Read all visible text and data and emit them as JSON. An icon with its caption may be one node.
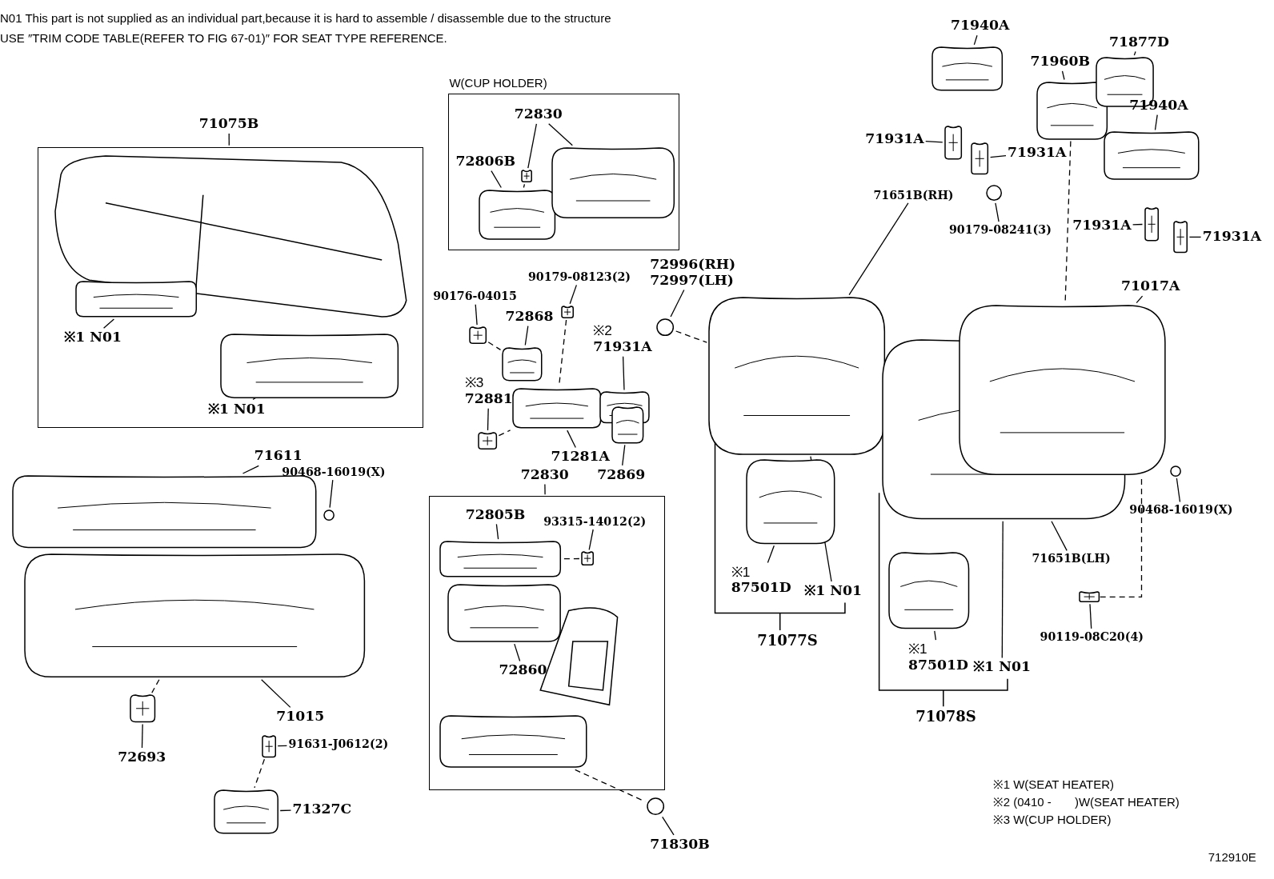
{
  "diagram": {
    "nodes": [
      {
        "text": [],
        "shape": "box"
      },
      {
        "text": [
          "71075B"
        ]
      },
      {
        "text": [],
        "shape": "picture",
        "in": 0
      },
      {
        "text": [
          "※1 N01"
        ],
        "in": 0
      },
      {
        "text": [],
        "shape": "picture",
        "in": 0
      },
      {
        "text": [
          "※1 N01"
        ],
        "in": 0
      },
      {
        "text": [
          "71611"
        ]
      },
      {
        "text": [],
        "shape": "picture"
      },
      {
        "text": [
          "90468-16019(X)"
        ]
      },
      {
        "text": [],
        "shape": "circle"
      },
      {
        "text": [
          "71015"
        ]
      },
      {
        "text": [],
        "shape": "picture"
      },
      {
        "text": [
          "72693"
        ]
      },
      {
        "text": [],
        "shape": "picture"
      },
      {
        "text": [
          "91631-J0612(2)"
        ]
      },
      {
        "text": [],
        "shape": "picture"
      },
      {
        "text": [
          "71327C"
        ]
      },
      {
        "text": [],
        "shape": "picture"
      },
      {
        "text": [
          "W(CUP HOLDER)"
        ]
      },
      {
        "text": [
          "72830"
        ],
        "in": 18
      },
      {
        "text": [
          "72806B"
        ],
        "in": 18
      },
      {
        "text": [],
        "shape": "picture",
        "in": 18
      },
      {
        "text": [],
        "shape": "picture",
        "in": 18
      },
      {
        "text": [],
        "shape": "picture",
        "in": 18
      },
      {
        "text": [
          "90176-04015"
        ]
      },
      {
        "text": [],
        "shape": "picture"
      },
      {
        "text": [
          "72868"
        ]
      },
      {
        "text": [],
        "shape": "picture"
      },
      {
        "text": [
          "90179-08123(2)"
        ]
      },
      {
        "text": [],
        "shape": "picture"
      },
      {
        "text": [],
        "shape": "picture"
      },
      {
        "text": [
          "71281A"
        ]
      },
      {
        "text": [
          "※2",
          "71931A"
        ]
      },
      {
        "text": [],
        "shape": "picture"
      },
      {
        "text": [
          "※3",
          "72881"
        ]
      },
      {
        "text": [],
        "shape": "picture"
      },
      {
        "text": [
          "72869"
        ]
      },
      {
        "text": [],
        "shape": "picture"
      },
      {
        "text": [],
        "shape": "box"
      },
      {
        "text": [
          "72830"
        ]
      },
      {
        "text": [
          "72805B"
        ],
        "in": 38
      },
      {
        "text": [],
        "shape": "picture",
        "in": 38
      },
      {
        "text": [
          "93315-14012(2)"
        ],
        "in": 38
      },
      {
        "text": [],
        "shape": "picture",
        "in": 38
      },
      {
        "text": [
          "72860"
        ],
        "in": 38
      },
      {
        "text": [],
        "shape": "picture",
        "in": 38
      },
      {
        "text": [],
        "shape": "picture",
        "in": 38
      },
      {
        "text": [
          "71830B"
        ]
      },
      {
        "text": [],
        "shape": "circle"
      },
      {
        "text": [
          "72996(RH)",
          "72997(LH)"
        ]
      },
      {
        "text": [],
        "shape": "circle"
      },
      {
        "text": [
          "71651B(RH)"
        ]
      },
      {
        "text": [],
        "shape": "picture"
      },
      {
        "text": [
          "71651B(LH)"
        ]
      },
      {
        "text": [],
        "shape": "picture"
      },
      {
        "text": [
          "71017A"
        ]
      },
      {
        "text": [],
        "shape": "picture"
      },
      {
        "text": [
          "90468-16019(X)"
        ]
      },
      {
        "text": [],
        "shape": "circle"
      },
      {
        "text": [
          "90119-08C20(4)"
        ]
      },
      {
        "text": [],
        "shape": "picture"
      },
      {
        "text": [
          "71940A"
        ]
      },
      {
        "text": [],
        "shape": "picture"
      },
      {
        "text": [
          "71931A"
        ]
      },
      {
        "text": [],
        "shape": "picture"
      },
      {
        "text": [
          "71960B"
        ]
      },
      {
        "text": [],
        "shape": "picture"
      },
      {
        "text": [
          "71877D"
        ]
      },
      {
        "text": [],
        "shape": "picture"
      },
      {
        "text": [
          "71931A"
        ]
      },
      {
        "text": [],
        "shape": "picture"
      },
      {
        "text": [
          "71940A"
        ]
      },
      {
        "text": [],
        "shape": "picture"
      },
      {
        "text": [
          "90179-08241(3)"
        ]
      },
      {
        "text": [],
        "shape": "circle"
      },
      {
        "text": [
          "71931A"
        ]
      },
      {
        "text": [],
        "shape": "picture"
      },
      {
        "text": [
          "71931A"
        ]
      },
      {
        "text": [],
        "shape": "picture"
      },
      {
        "text": [
          "※1",
          "87501D"
        ]
      },
      {
        "text": [],
        "shape": "picture"
      },
      {
        "text": [
          "※1 N01"
        ]
      },
      {
        "text": [
          "※1",
          "87501D"
        ]
      },
      {
        "text": [],
        "shape": "picture"
      },
      {
        "text": [
          "※1 N01"
        ]
      }
    ],
    "edges": [
      {
        "from": 1,
        "to": 0,
        "arrow": "none"
      },
      {
        "from": 3,
        "to": 2,
        "arrow": "none"
      },
      {
        "from": 5,
        "to": 4,
        "arrow": "none"
      },
      {
        "from": 6,
        "to": 7,
        "arrow": "none"
      },
      {
        "from": 8,
        "to": 9,
        "arrow": "none"
      },
      {
        "from": 10,
        "to": 11,
        "arrow": "none"
      },
      {
        "from": 12,
        "to": 13,
        "arrow": "none"
      },
      {
        "from": 14,
        "to": 15,
        "arrow": "none"
      },
      {
        "from": 16,
        "to": 17,
        "arrow": "none"
      },
      {
        "from": 19,
        "to": 22,
        "arrow": "none"
      },
      {
        "from": 19,
        "to": 23,
        "arrow": "none"
      },
      {
        "from": 20,
        "to": 21,
        "arrow": "none"
      },
      {
        "from": 24,
        "to": 25,
        "arrow": "none"
      },
      {
        "from": 26,
        "to": 27,
        "arrow": "none"
      },
      {
        "from": 28,
        "to": 29,
        "arrow": "none"
      },
      {
        "from": 31,
        "to": 30,
        "arrow": "none"
      },
      {
        "from": 32,
        "to": 33,
        "arrow": "none"
      },
      {
        "from": 34,
        "to": 35,
        "arrow": "none"
      },
      {
        "from": 36,
        "to": 37,
        "arrow": "none"
      },
      {
        "from": 39,
        "to": 38,
        "arrow": "none"
      },
      {
        "from": 40,
        "to": 41,
        "arrow": "none"
      },
      {
        "from": 42,
        "to": 43,
        "arrow": "none"
      },
      {
        "from": 44,
        "to": 45,
        "arrow": "none"
      },
      {
        "from": 47,
        "to": 48,
        "arrow": "none"
      },
      {
        "from": 49,
        "to": 50,
        "arrow": "none"
      },
      {
        "from": 51,
        "to": 52,
        "arrow": "none"
      },
      {
        "from": 53,
        "to": 54,
        "arrow": "none"
      },
      {
        "from": 55,
        "to": 56,
        "arrow": "none"
      },
      {
        "from": 57,
        "to": 58,
        "arrow": "none"
      },
      {
        "from": 59,
        "to": 60,
        "arrow": "none"
      },
      {
        "from": 61,
        "to": 62,
        "arrow": "none"
      },
      {
        "from": 63,
        "to": 64,
        "arrow": "none"
      },
      {
        "from": 65,
        "to": 66,
        "arrow": "none"
      },
      {
        "from": 67,
        "to": 68,
        "arrow": "none"
      },
      {
        "from": 69,
        "to": 70,
        "arrow": "none"
      },
      {
        "from": 71,
        "to": 72,
        "arrow": "none"
      },
      {
        "from": 73,
        "to": 74,
        "arrow": "none"
      },
      {
        "from": 75,
        "to": 76,
        "arrow": "none"
      },
      {
        "from": 77,
        "to": 78,
        "arrow": "none"
      },
      {
        "from": 79,
        "to": 80,
        "arrow": "none"
      },
      {
        "from": 81,
        "to": 52,
        "arrow": "none"
      },
      {
        "from": 82,
        "to": 83,
        "arrow": "none"
      },
      {
        "from": 84,
        "to": 54,
        "arrow": "none"
      },
      {
        "from": 11,
        "to": 13,
        "arrow": "none",
        "style": "dashed"
      },
      {
        "from": 15,
        "to": 17,
        "arrow": "none",
        "style": "dashed"
      },
      {
        "from": 22,
        "to": 21,
        "arrow": "none",
        "style": "dashed"
      },
      {
        "from": 25,
        "to": 27,
        "arrow": "none",
        "style": "dashed"
      },
      {
        "from": 29,
        "to": 30,
        "arrow": "none",
        "style": "dashed"
      },
      {
        "from": 35,
        "to": 30,
        "arrow": "none",
        "style": "dashed"
      },
      {
        "from": 43,
        "to": 41,
        "arrow": "none",
        "style": "dashed"
      },
      {
        "from": 46,
        "to": 48,
        "arrow": "none",
        "style": "dashed"
      },
      {
        "from": 50,
        "to": 52,
        "arrow": "none",
        "style": "dashed"
      },
      {
        "from": 60,
        "to": 56,
        "arrow": "none",
        "style": "dashed"
      },
      {
        "from": 66,
        "to": 56,
        "arrow": "none",
        "style": "dashed"
      }
    ],
    "labels": [
      "N01 This part is not supplied as an individual part,because it is hard to assemble / disassemble due to the structure",
      "USE ″TRIM CODE TABLE(REFER TO FIG 67-01)″ FOR SEAT TYPE REFERENCE.",
      "71077S",
      "71078S",
      "※1 W(SEAT HEATER)",
      "※2 (0410 -       )W(SEAT HEATER)",
      "※3 W(CUP HOLDER)",
      "712910E"
    ]
  }
}
